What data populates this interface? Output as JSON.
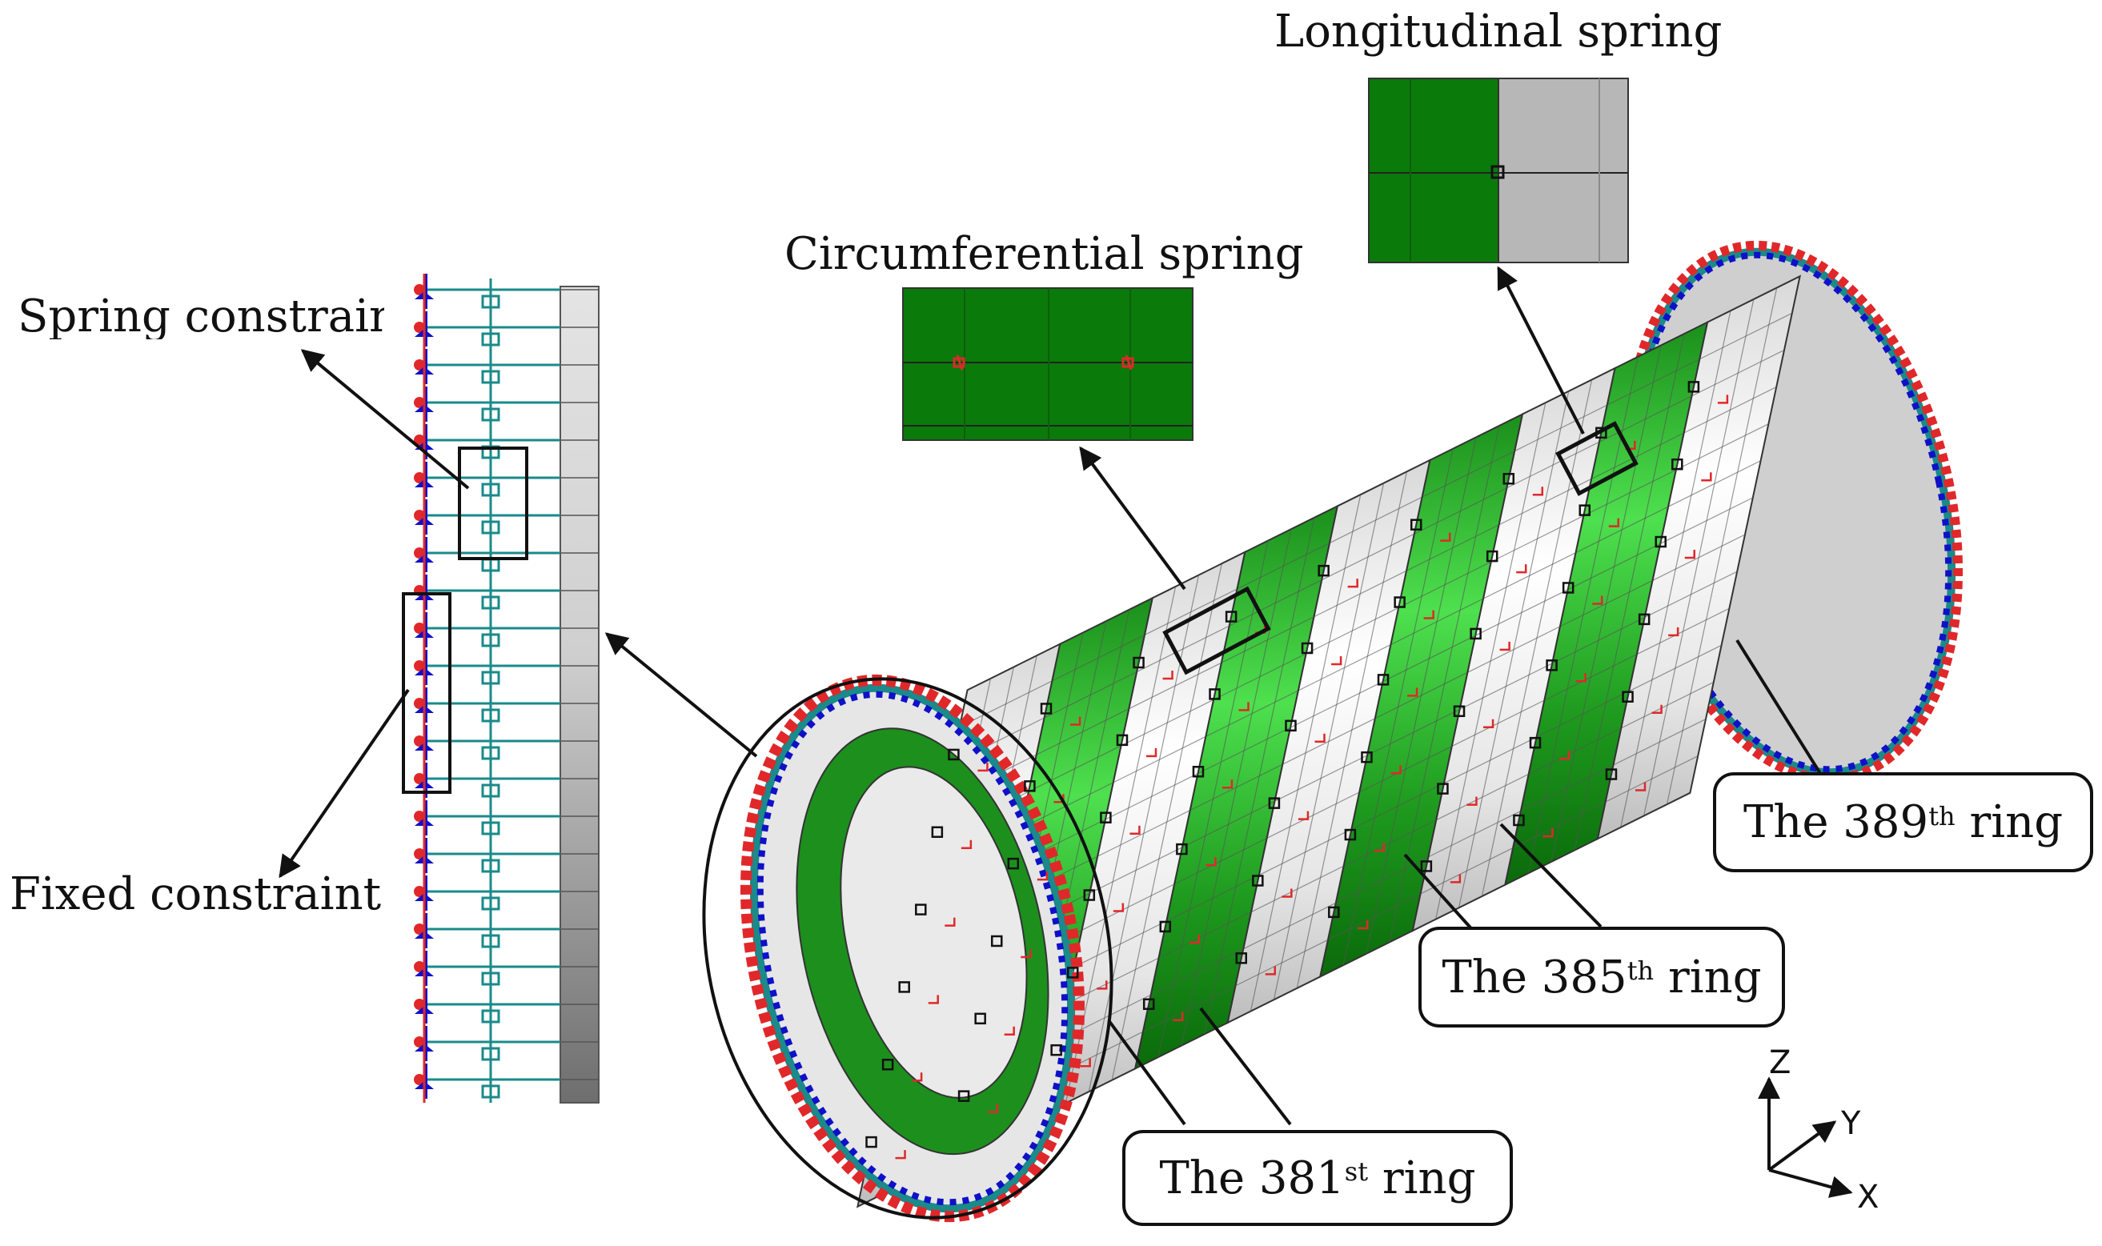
{
  "labels": {
    "longitudinal_spring": "Longitudinal spring",
    "circumferential_spring": "Circumferential spring",
    "spring_constraint": "Spring constraint",
    "fixed_constraint": "Fixed constraint"
  },
  "rings": {
    "r381": {
      "pre": "The 381",
      "sup": "st",
      "post": " ring"
    },
    "r385": {
      "pre": "The 385",
      "sup": "th",
      "post": " ring"
    },
    "r389": {
      "pre": "The 389",
      "sup": "th",
      "post": " ring"
    }
  },
  "axes": {
    "z": "Z",
    "y": "Y",
    "x": "X"
  },
  "colors": {
    "green_dark": "#0a7a0a",
    "green_light": "#3fd43f",
    "white_ring": "#eeeeee",
    "gray_ring": "#b0b0b0",
    "teal_spring": "#1a8a8a",
    "red_node": "#e0282a",
    "blue_node": "#1010c8",
    "black": "#111111"
  }
}
